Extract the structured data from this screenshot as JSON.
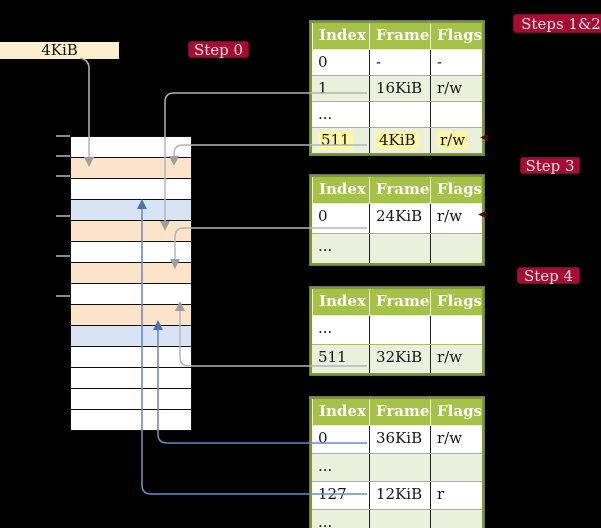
{
  "colors": {
    "white": "#ffffff",
    "peach": "#FCE4CB",
    "blue": "#D8E4F4",
    "table_header": "#A5C14A",
    "table_shade": "#EAF0DC",
    "highlight": "#FDF6A2",
    "badge": "#A60D33",
    "border_olive": "#7E9C21",
    "label_box_bg": "#FBEFCE",
    "arrow_gray": "#B5B5B5",
    "arrow_gray_head": "#9E9E9E",
    "arrow_blue": "#6B8CC3",
    "arrow_blue_head": "#4C72AC",
    "mark_red": "#4A0714"
  },
  "label_box": {
    "text": "4KiB"
  },
  "badges": {
    "step0": "Step 0",
    "steps12": "Steps 1&2",
    "step3": "Step 3",
    "step4": "Step 4"
  },
  "memory_column": {
    "rows": [
      "white",
      "peach",
      "white",
      "blue",
      "peach",
      "white",
      "peach",
      "white",
      "peach",
      "blue",
      "white",
      "white",
      "white",
      "white"
    ],
    "tick_row_boundaries": [
      0,
      1,
      2,
      4,
      6,
      8
    ]
  },
  "page_tables": [
    {
      "columns": [
        "Index",
        "Frame",
        "Flags"
      ],
      "rows": [
        {
          "cells": [
            "0",
            "-",
            "-"
          ],
          "shade": false,
          "highlight": false
        },
        {
          "cells": [
            "1",
            "16KiB",
            "r/w"
          ],
          "shade": true,
          "highlight": false
        },
        {
          "cells": [
            "...",
            "",
            ""
          ],
          "shade": false,
          "highlight": false
        },
        {
          "cells": [
            "511",
            "4KiB",
            "r/w"
          ],
          "shade": true,
          "highlight": true
        }
      ]
    },
    {
      "columns": [
        "Index",
        "Frame",
        "Flags"
      ],
      "rows": [
        {
          "cells": [
            "0",
            "24KiB",
            "r/w"
          ],
          "shade": false,
          "highlight": false
        },
        {
          "cells": [
            "...",
            "",
            ""
          ],
          "shade": true,
          "highlight": false
        }
      ]
    },
    {
      "columns": [
        "Index",
        "Frame",
        "Flags"
      ],
      "rows": [
        {
          "cells": [
            "...",
            "",
            ""
          ],
          "shade": false,
          "highlight": false
        },
        {
          "cells": [
            "511",
            "32KiB",
            "r/w"
          ],
          "shade": true,
          "highlight": false
        }
      ]
    },
    {
      "columns": [
        "Index",
        "Frame",
        "Flags"
      ],
      "rows": [
        {
          "cells": [
            "0",
            "36KiB",
            "r/w"
          ],
          "shade": false,
          "highlight": false
        },
        {
          "cells": [
            "...",
            "",
            ""
          ],
          "shade": true,
          "highlight": false
        },
        {
          "cells": [
            "127",
            "12KiB",
            "r"
          ],
          "shade": false,
          "highlight": false
        },
        {
          "cells": [
            "...",
            "",
            ""
          ],
          "shade": true,
          "highlight": false
        }
      ]
    }
  ],
  "connections": [
    {
      "from": "4KiB label",
      "to": "memory frame row 2 (4KiB)",
      "color": "gray"
    },
    {
      "from": "table-1 entry 1 (16KiB)",
      "to": "memory frame row 5 (16KiB)",
      "color": "gray"
    },
    {
      "from": "table-1 entry 511 (4KiB)",
      "to": "memory frame row 2 (4KiB)",
      "color": "gray"
    },
    {
      "from": "table-2 entry 0 (24KiB)",
      "to": "memory frame row 7 (24KiB)",
      "color": "gray"
    },
    {
      "from": "table-3 entry 511 (32KiB)",
      "to": "memory frame row 9 (32KiB)",
      "color": "gray"
    },
    {
      "from": "table-4 entry 0 (36KiB)",
      "to": "memory frame row 10 (36KiB)",
      "color": "blue"
    },
    {
      "from": "table-4 entry 127 (12KiB)",
      "to": "memory frame row 4 (12KiB)",
      "color": "blue"
    }
  ]
}
